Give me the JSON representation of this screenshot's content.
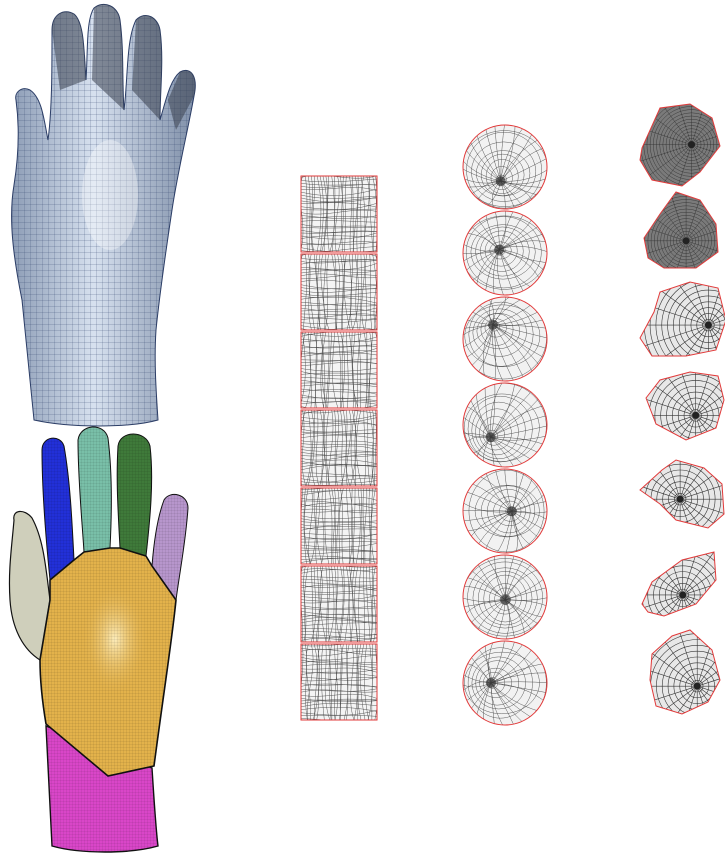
{
  "figure": {
    "hand_mesh": {
      "surface_color": "#b9c7dc",
      "edge_color": "#2b3d66"
    },
    "segmented_hand": {
      "segment_colors": {
        "palm": "#e3b24b",
        "wrist": "#d946c8",
        "thumb": "#cfcfbb",
        "index": "#2230d8",
        "middle": "#79bfa8",
        "ring": "#3f7a3a",
        "pinky": "#b796cc"
      },
      "boundary_color": "#111111"
    },
    "parameterizations": {
      "square_column": {
        "tile_count": 7,
        "border_color": "#e23a3a",
        "line_color": "#2a2a2a"
      },
      "disk_column": {
        "tile_count": 7,
        "border_color": "#e23a3a",
        "line_color": "#2a2a2a"
      },
      "free_boundary_column": {
        "tile_count": 7,
        "border_color": "#e23a3a",
        "fill_color": "#e8e8e8"
      }
    }
  }
}
